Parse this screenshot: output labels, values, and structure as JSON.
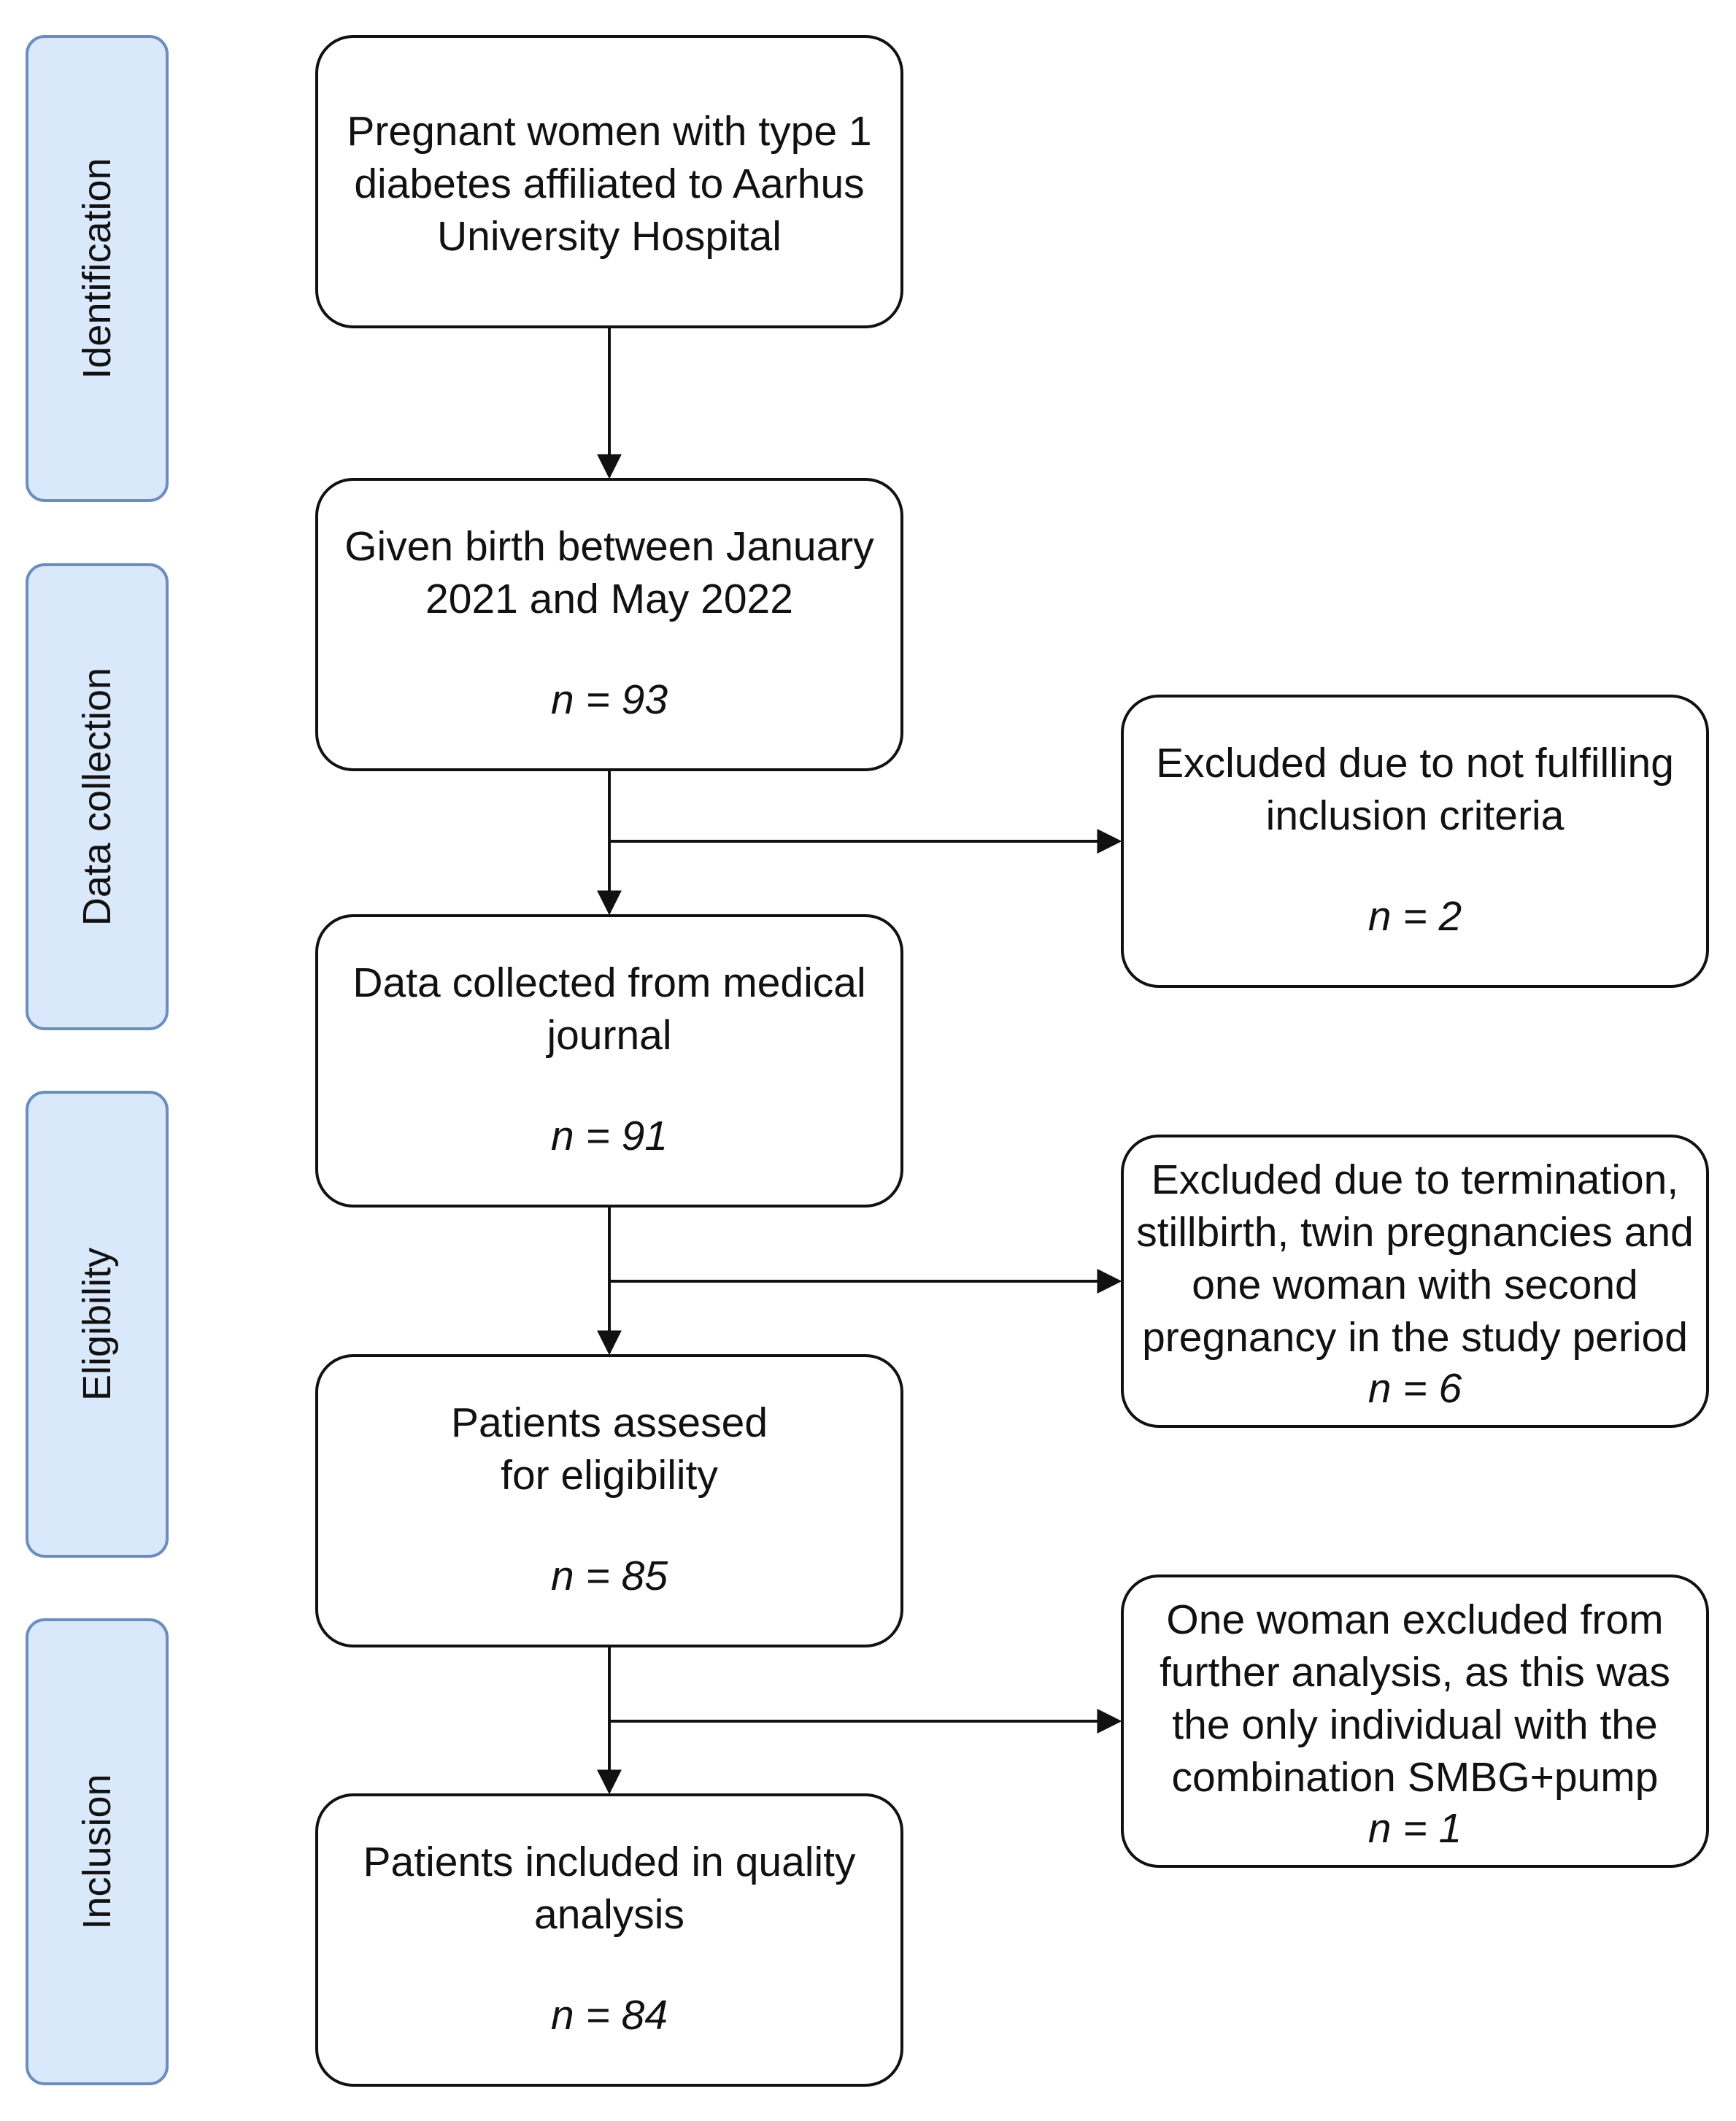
{
  "phases": {
    "identification": "Identification",
    "data_collection": "Data collection",
    "eligibility": "Eligibility",
    "inclusion": "Inclusion"
  },
  "boxes": {
    "pregnant": {
      "text": "Pregnant women with type 1 diabetes affiliated to Aarhus University Hospital"
    },
    "given_birth": {
      "text": "Given birth between January 2021 and May 2022",
      "n": "n = 93"
    },
    "data_collected": {
      "text": "Data collected from medical journal",
      "n": "n = 91"
    },
    "assessed": {
      "text": "Patients assesed for eligibility",
      "n": "n = 85"
    },
    "included": {
      "text": "Patients included in quality analysis",
      "n": "n = 84"
    },
    "excluded_criteria": {
      "text": "Excluded due to not fulfilling inclusion criteria",
      "n": "n = 2"
    },
    "excluded_termination": {
      "text": "Excluded due to termination, stillbirth, twin pregnancies and one woman with second pregnancy in the study period",
      "n": "n = 6"
    },
    "excluded_one_woman": {
      "text": "One woman excluded from further analysis, as this was the only individual with the combination SMBG+pump",
      "n": "n = 1"
    }
  },
  "colors": {
    "phase_fill": "#dae8fc",
    "phase_border": "#6c8ebf",
    "line": "#111111"
  }
}
